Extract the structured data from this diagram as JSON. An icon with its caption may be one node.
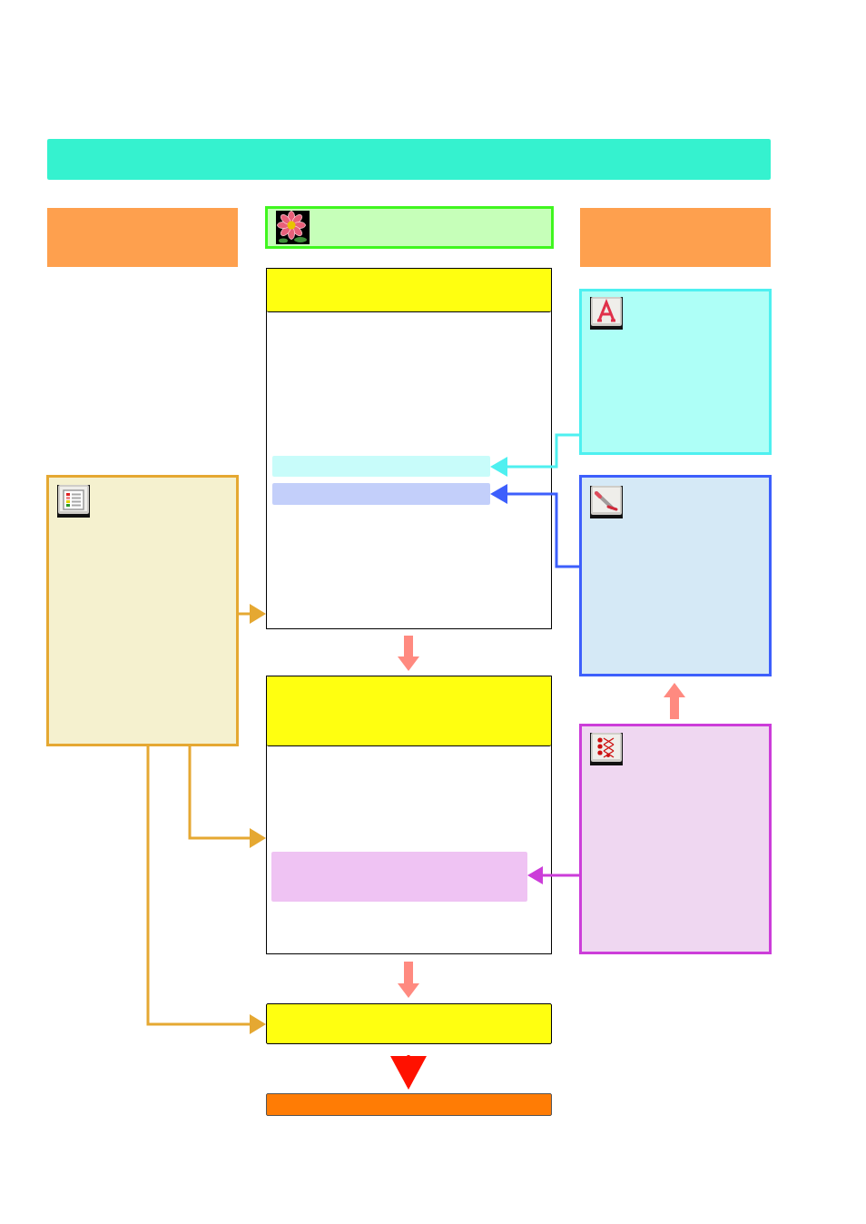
{
  "diagram": {
    "nodes": [
      {
        "text": [],
        "shape": "bar"
      },
      {
        "text": [],
        "shape": "box"
      },
      {
        "text": [],
        "shape": "box"
      },
      {
        "text": [],
        "shape": "box"
      },
      {
        "text": [],
        "shape": "box"
      },
      {
        "text": [],
        "shape": "bar",
        "in": 4
      },
      {
        "text": [],
        "shape": "bar",
        "in": 4
      },
      {
        "text": [],
        "shape": "bar",
        "in": 4
      },
      {
        "text": [],
        "shape": "box"
      },
      {
        "text": [],
        "shape": "box"
      },
      {
        "text": [],
        "shape": "box"
      },
      {
        "text": [],
        "shape": "box"
      },
      {
        "text": [],
        "shape": "bar",
        "in": 11
      },
      {
        "text": [],
        "shape": "bar",
        "in": 11
      },
      {
        "text": [],
        "shape": "box"
      },
      {
        "text": [],
        "shape": "bar"
      },
      {
        "text": [],
        "shape": "bar"
      }
    ],
    "edges": [
      {
        "from": 8,
        "to": 6,
        "arrow": "to",
        "color": "#4ef0f0"
      },
      {
        "from": 10,
        "to": 7,
        "arrow": "to",
        "color": "#3d5ffc"
      },
      {
        "from": 9,
        "to": 4,
        "arrow": "to",
        "color": "#e5a832"
      },
      {
        "from": 9,
        "to": 11,
        "arrow": "to",
        "color": "#e5a832"
      },
      {
        "from": 9,
        "to": 15,
        "arrow": "to",
        "color": "#e5a832"
      },
      {
        "from": 4,
        "to": 11,
        "arrow": "to",
        "style": "thick",
        "color": "#ff8a80"
      },
      {
        "from": 11,
        "to": 15,
        "arrow": "to",
        "style": "thick",
        "color": "#ff8a80"
      },
      {
        "from": 14,
        "to": 10,
        "arrow": "to",
        "style": "thick",
        "color": "#ff8a80"
      },
      {
        "from": 14,
        "to": 13,
        "arrow": "to",
        "color": "#cc3dd9"
      },
      {
        "from": 15,
        "to": 16,
        "arrow": "to",
        "color": "#ff1100"
      }
    ]
  }
}
